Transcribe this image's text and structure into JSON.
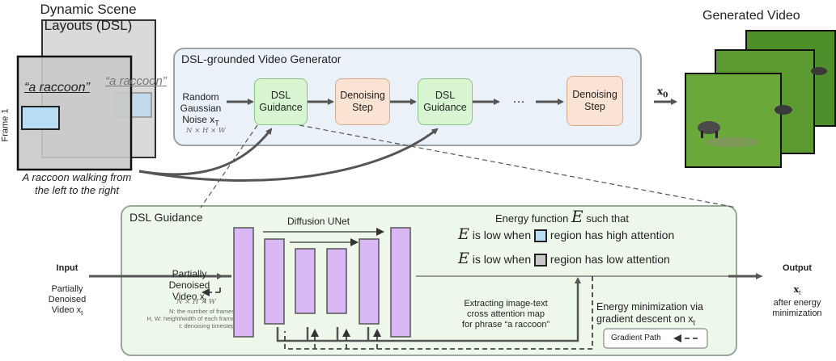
{
  "header": {
    "dsl_title": "Dynamic Scene\nLayouts (DSL)",
    "generated_title": "Generated Video"
  },
  "layout_frames": {
    "frame_label": "Frame 1",
    "phrase_front": "“a raccoon”",
    "phrase_back": "“a raccoon”",
    "caption": "A raccoon walking from\nthe left to the right"
  },
  "generator": {
    "title": "DSL-grounded Video Generator",
    "noise_label": "Random\nGaussian\nNoise x",
    "noise_sub": "T",
    "noise_dims": "N × H × W",
    "box1": "DSL\nGuidance",
    "box2": "Denoising\nStep",
    "box3": "DSL\nGuidance",
    "ellipsis": "…",
    "box4": "Denoising\nStep",
    "output": "x",
    "output_sub": "0"
  },
  "guidance": {
    "title": "DSL Guidance",
    "unet_label": "Diffusion UNet",
    "input_head": "Input",
    "input_body": "Partially\nDenoised\nVideo x",
    "input_sub": "t",
    "partial_label": "Partially\nDenoised\nVideo x",
    "partial_sub": "t",
    "partial_dims": "N × H × W",
    "note1": "N: the number of frames",
    "note2": "H, W: height/width of each frame",
    "note3": "t: denoising timestep",
    "energy_title": "Energy function",
    "energy_E": "E",
    "energy_such": "such that",
    "row1_a": "is low when",
    "row1_b": "region has high attention",
    "row2_a": "is low when",
    "row2_b": "region has low attention",
    "extract": "Extracting image-text\ncross attention map\nfor phrase “a raccoon”",
    "minimize": "Energy minimization via\ngradient descent on x",
    "minimize_sub": "t",
    "gradient_path": "Gradient Path",
    "output_head": "Output",
    "output_body": "x",
    "output_sub": "t",
    "output_rest": "after energy\nminimization"
  },
  "colors": {
    "green_box": "#d7f5d0",
    "peach_box": "#fbe3d3",
    "unet_purple": "#d9b8f5",
    "panel_blue": "#eaf1f8",
    "panel_green": "#eef8ea",
    "attention_blue": "#b9dcf5",
    "attention_gray": "#c9c9c9"
  }
}
